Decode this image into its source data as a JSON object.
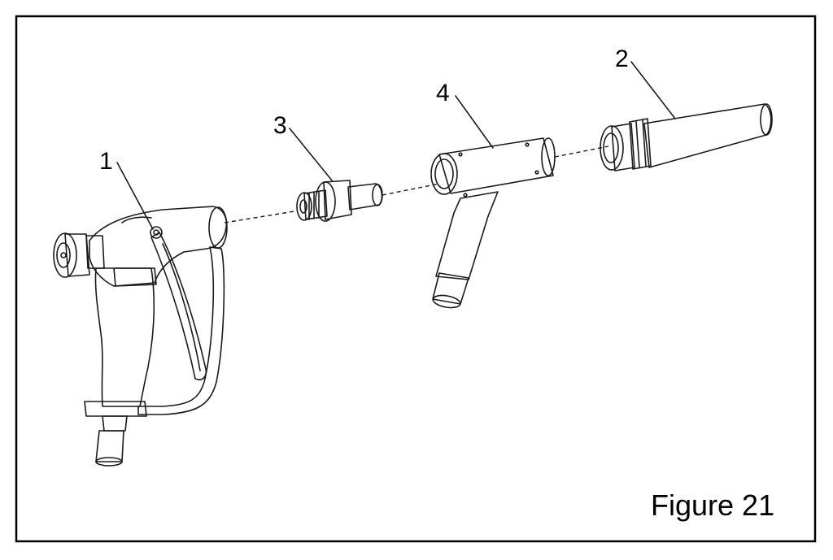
{
  "callouts": [
    "1",
    "2",
    "3",
    "4"
  ],
  "caption": "Figure 21",
  "colors": {
    "frame": "#000000",
    "gun_body": "#f2dfb4",
    "grip": "#6b6b6b",
    "parts": "#f7f7f7",
    "line": "#1a1a1a"
  },
  "icons": [
    "spray-gun",
    "nozzle-cone",
    "adapter-fitting",
    "extension-tee"
  ]
}
